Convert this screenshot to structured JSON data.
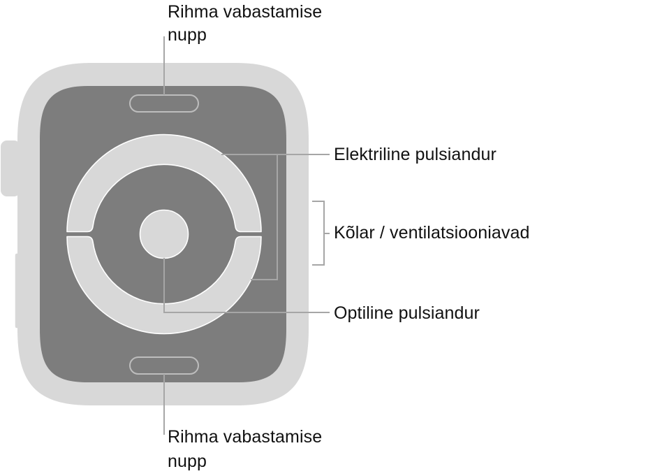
{
  "diagram": {
    "subject": "Apple Watch back view",
    "colors": {
      "case": "#d8d8d8",
      "panel": "#7d7d7d",
      "sensor": "#d8d8d8",
      "outline": "#ffffff",
      "leader": "#a6a6a6",
      "text": "#111111"
    },
    "labels": {
      "top_band_release": {
        "line1": "Rihma vabastamise",
        "line2": "nupp"
      },
      "electrical_heart_sensor": "Elektriline pulsiandur",
      "speaker_vents": "Kõlar / ventilatsiooniavad",
      "optical_heart_sensor": "Optiline pulsiandur",
      "bottom_band_release": {
        "line1": "Rihma vabastamise",
        "line2": "nupp"
      }
    }
  }
}
